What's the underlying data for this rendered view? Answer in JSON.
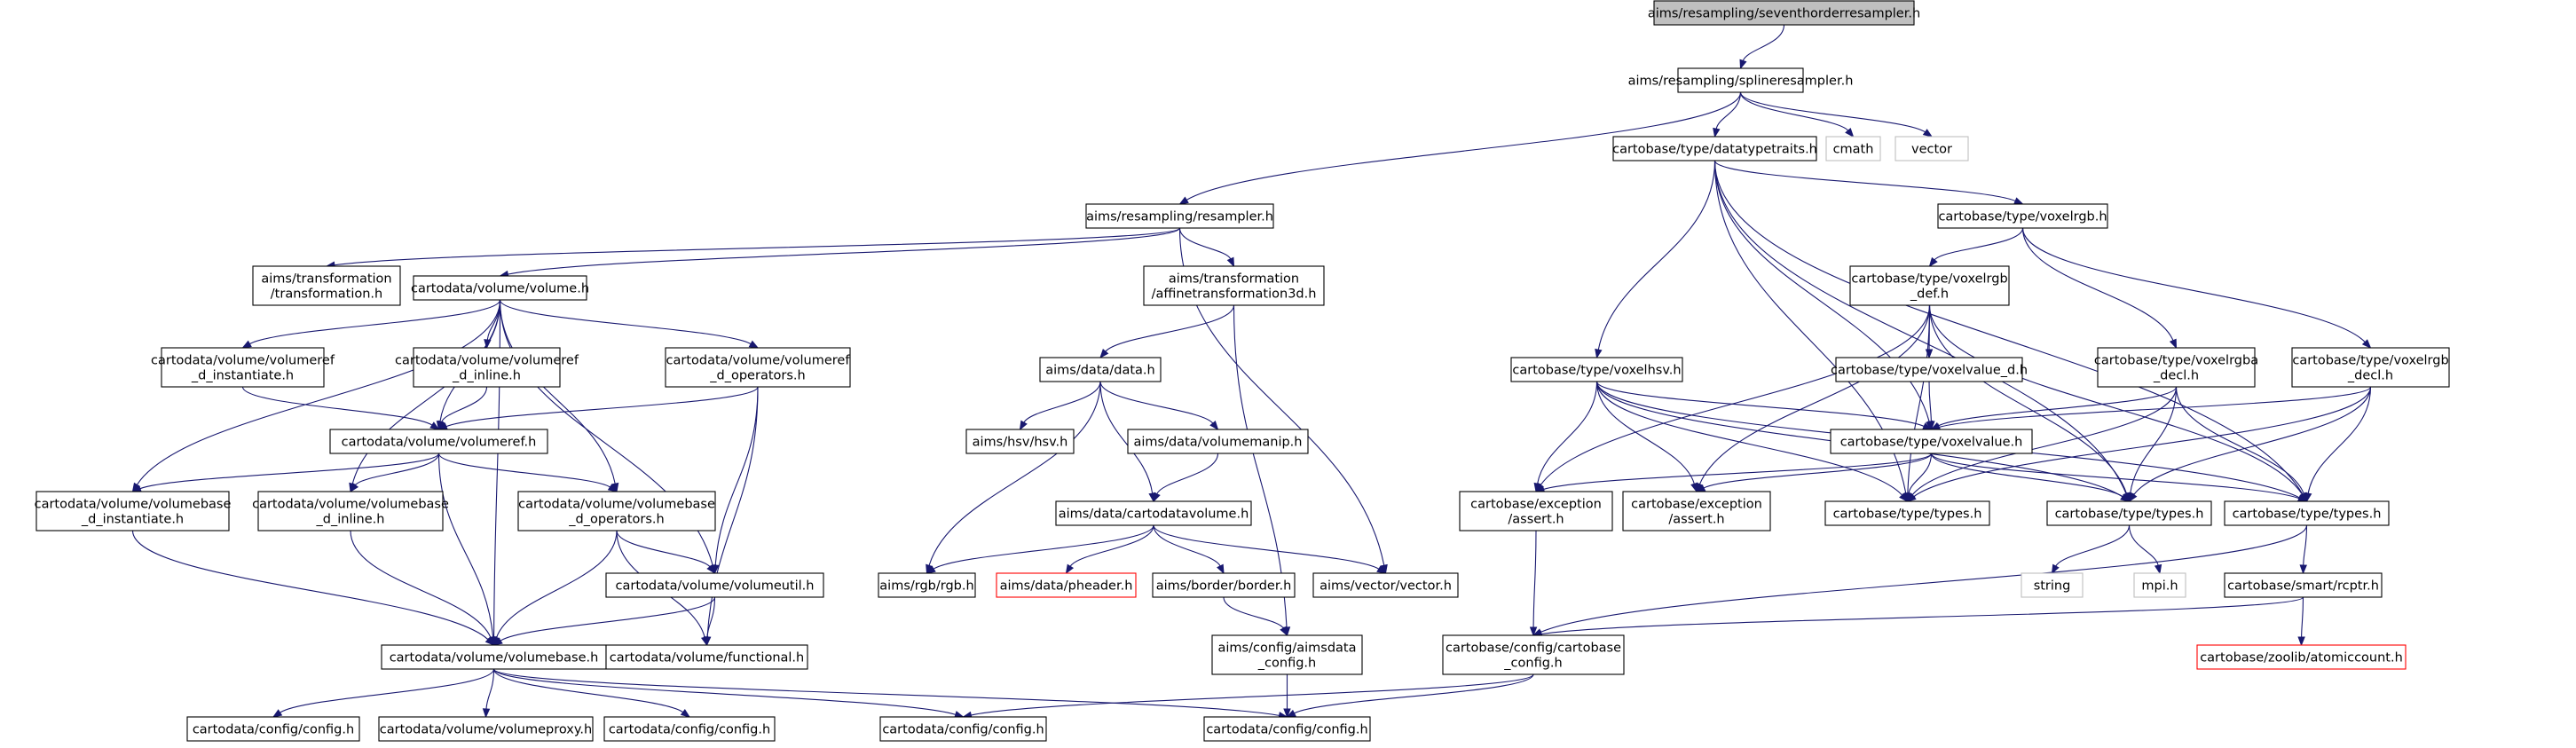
{
  "diagram": {
    "type": "include-dependency-graph",
    "colors": {
      "edge": "#191970",
      "node_border": "#000000",
      "node_fill": "#ffffff",
      "root_fill": "#bfbfbf",
      "missing_border": "#ff0000",
      "external_border": "#bfbfbf"
    },
    "nodes": [
      {
        "id": "root",
        "lines": [
          "aims/resampling/seventhorderresampler.h"
        ],
        "kind": "root"
      },
      {
        "id": "spline",
        "lines": [
          "aims/resampling/splineresampler.h"
        ],
        "kind": "normal"
      },
      {
        "id": "dtt",
        "lines": [
          "cartobase/type/datatypetraits.h"
        ],
        "kind": "normal"
      },
      {
        "id": "cmath",
        "lines": [
          "cmath"
        ],
        "kind": "external"
      },
      {
        "id": "vector",
        "lines": [
          "vector"
        ],
        "kind": "external"
      },
      {
        "id": "resampler",
        "lines": [
          "aims/resampling/resampler.h"
        ],
        "kind": "normal"
      },
      {
        "id": "voxelrgb",
        "lines": [
          "cartobase/type/voxelrgb.h"
        ],
        "kind": "normal"
      },
      {
        "id": "transformation",
        "lines": [
          "aims/transformation",
          "/transformation.h"
        ],
        "kind": "normal"
      },
      {
        "id": "volume",
        "lines": [
          "cartodata/volume/volume.h"
        ],
        "kind": "normal"
      },
      {
        "id": "affine",
        "lines": [
          "aims/transformation",
          "/affinetransformation3d.h"
        ],
        "kind": "normal"
      },
      {
        "id": "voxelrgbdef",
        "lines": [
          "cartobase/type/voxelrgb",
          "_def.h"
        ],
        "kind": "normal"
      },
      {
        "id": "vref_inst",
        "lines": [
          "cartodata/volume/volumeref",
          "_d_instantiate.h"
        ],
        "kind": "normal"
      },
      {
        "id": "vref_inline",
        "lines": [
          "cartodata/volume/volumeref",
          "_d_inline.h"
        ],
        "kind": "normal"
      },
      {
        "id": "vref_ops",
        "lines": [
          "cartodata/volume/volumeref",
          "_d_operators.h"
        ],
        "kind": "normal"
      },
      {
        "id": "datah",
        "lines": [
          "aims/data/data.h"
        ],
        "kind": "normal"
      },
      {
        "id": "voxelhsv",
        "lines": [
          "cartobase/type/voxelhsv.h"
        ],
        "kind": "normal"
      },
      {
        "id": "voxelvalue_d",
        "lines": [
          "cartobase/type/voxelvalue_d.h"
        ],
        "kind": "normal"
      },
      {
        "id": "voxelrgba_decl",
        "lines": [
          "cartobase/type/voxelrgba",
          "_decl.h"
        ],
        "kind": "normal"
      },
      {
        "id": "voxelrgb_decl",
        "lines": [
          "cartobase/type/voxelrgb",
          "_decl.h"
        ],
        "kind": "normal"
      },
      {
        "id": "volumeref",
        "lines": [
          "cartodata/volume/volumeref.h"
        ],
        "kind": "normal"
      },
      {
        "id": "hsv",
        "lines": [
          "aims/hsv/hsv.h"
        ],
        "kind": "normal"
      },
      {
        "id": "volumemanip",
        "lines": [
          "aims/data/volumemanip.h"
        ],
        "kind": "normal"
      },
      {
        "id": "voxelvalue",
        "lines": [
          "cartobase/type/voxelvalue.h"
        ],
        "kind": "normal"
      },
      {
        "id": "vb_inst",
        "lines": [
          "cartodata/volume/volumebase",
          "_d_instantiate.h"
        ],
        "kind": "normal"
      },
      {
        "id": "vb_inline",
        "lines": [
          "cartodata/volume/volumebase",
          "_d_inline.h"
        ],
        "kind": "normal"
      },
      {
        "id": "vb_ops",
        "lines": [
          "cartodata/volume/volumebase",
          "_d_operators.h"
        ],
        "kind": "normal"
      },
      {
        "id": "cartodatavolume",
        "lines": [
          "aims/data/cartodatavolume.h"
        ],
        "kind": "normal"
      },
      {
        "id": "assert1",
        "lines": [
          "cartobase/exception",
          "/assert.h"
        ],
        "kind": "normal"
      },
      {
        "id": "assert2",
        "lines": [
          "cartobase/exception",
          "/assert.h"
        ],
        "kind": "normal"
      },
      {
        "id": "types1",
        "lines": [
          "cartobase/type/types.h"
        ],
        "kind": "normal"
      },
      {
        "id": "types2",
        "lines": [
          "cartobase/type/types.h"
        ],
        "kind": "normal"
      },
      {
        "id": "types3",
        "lines": [
          "cartobase/type/types.h"
        ],
        "kind": "normal"
      },
      {
        "id": "rgb",
        "lines": [
          "aims/rgb/rgb.h"
        ],
        "kind": "normal"
      },
      {
        "id": "pheader",
        "lines": [
          "aims/data/pheader.h"
        ],
        "kind": "missing"
      },
      {
        "id": "border",
        "lines": [
          "aims/border/border.h"
        ],
        "kind": "normal"
      },
      {
        "id": "vecvec",
        "lines": [
          "aims/vector/vector.h"
        ],
        "kind": "normal"
      },
      {
        "id": "volumeutil",
        "lines": [
          "cartodata/volume/volumeutil.h"
        ],
        "kind": "normal"
      },
      {
        "id": "string",
        "lines": [
          "string"
        ],
        "kind": "external"
      },
      {
        "id": "mpi",
        "lines": [
          "mpi.h"
        ],
        "kind": "external"
      },
      {
        "id": "rcptr",
        "lines": [
          "cartobase/smart/rcptr.h"
        ],
        "kind": "normal"
      },
      {
        "id": "volumebase",
        "lines": [
          "cartodata/volume/volumebase.h"
        ],
        "kind": "normal"
      },
      {
        "id": "functional",
        "lines": [
          "cartodata/volume/functional.h"
        ],
        "kind": "normal"
      },
      {
        "id": "aimsdata_config",
        "lines": [
          "aims/config/aimsdata",
          "_config.h"
        ],
        "kind": "normal"
      },
      {
        "id": "cb_config",
        "lines": [
          "cartobase/config/cartobase",
          "_config.h"
        ],
        "kind": "normal"
      },
      {
        "id": "atomiccount",
        "lines": [
          "cartobase/zoolib/atomiccount.h"
        ],
        "kind": "missing"
      },
      {
        "id": "cfg1",
        "lines": [
          "cartodata/config/config.h"
        ],
        "kind": "normal"
      },
      {
        "id": "volumeproxy",
        "lines": [
          "cartodata/volume/volumeproxy.h"
        ],
        "kind": "normal"
      },
      {
        "id": "cfg2",
        "lines": [
          "cartodata/config/config.h"
        ],
        "kind": "normal"
      },
      {
        "id": "cfg3",
        "lines": [
          "cartodata/config/config.h"
        ],
        "kind": "normal"
      },
      {
        "id": "cfg4",
        "lines": [
          "cartodata/config/config.h"
        ],
        "kind": "normal"
      }
    ],
    "edges": [
      [
        "root",
        "spline"
      ],
      [
        "spline",
        "dtt"
      ],
      [
        "spline",
        "cmath"
      ],
      [
        "spline",
        "vector"
      ],
      [
        "spline",
        "resampler"
      ],
      [
        "resampler",
        "transformation"
      ],
      [
        "resampler",
        "volume"
      ],
      [
        "resampler",
        "affine"
      ],
      [
        "resampler",
        "vecvec"
      ],
      [
        "dtt",
        "voxelrgb"
      ],
      [
        "dtt",
        "voxelhsv"
      ],
      [
        "dtt",
        "voxelvalue"
      ],
      [
        "dtt",
        "types1"
      ],
      [
        "dtt",
        "types2"
      ],
      [
        "dtt",
        "types3"
      ],
      [
        "voxelrgb",
        "voxelrgbdef"
      ],
      [
        "voxelrgb",
        "voxelrgba_decl"
      ],
      [
        "voxelrgb",
        "voxelrgb_decl"
      ],
      [
        "voxelrgbdef",
        "voxelvalue_d"
      ],
      [
        "voxelrgbdef",
        "assert1"
      ],
      [
        "voxelrgbdef",
        "assert2"
      ],
      [
        "voxelrgbdef",
        "types1"
      ],
      [
        "voxelrgbdef",
        "types2"
      ],
      [
        "voxelrgbdef",
        "types3"
      ],
      [
        "voxelhsv",
        "voxelvalue"
      ],
      [
        "voxelhsv",
        "assert1"
      ],
      [
        "voxelhsv",
        "assert2"
      ],
      [
        "voxelhsv",
        "types1"
      ],
      [
        "voxelhsv",
        "types2"
      ],
      [
        "voxelhsv",
        "types3"
      ],
      [
        "voxelvalue_d",
        "voxelvalue"
      ],
      [
        "voxelrgba_decl",
        "voxelvalue"
      ],
      [
        "voxelrgba_decl",
        "types1"
      ],
      [
        "voxelrgba_decl",
        "types2"
      ],
      [
        "voxelrgba_decl",
        "types3"
      ],
      [
        "voxelrgb_decl",
        "voxelvalue"
      ],
      [
        "voxelrgb_decl",
        "types1"
      ],
      [
        "voxelrgb_decl",
        "types2"
      ],
      [
        "voxelrgb_decl",
        "types3"
      ],
      [
        "voxelvalue",
        "assert1"
      ],
      [
        "voxelvalue",
        "assert2"
      ],
      [
        "voxelvalue",
        "types1"
      ],
      [
        "voxelvalue",
        "types2"
      ],
      [
        "voxelvalue",
        "types3"
      ],
      [
        "types2",
        "string"
      ],
      [
        "types2",
        "mpi"
      ],
      [
        "types3",
        "rcptr"
      ],
      [
        "types3",
        "cb_config"
      ],
      [
        "rcptr",
        "cb_config"
      ],
      [
        "rcptr",
        "atomiccount"
      ],
      [
        "assert1",
        "cb_config"
      ],
      [
        "cb_config",
        "cfg3"
      ],
      [
        "cb_config",
        "cfg4"
      ],
      [
        "volume",
        "vref_inst"
      ],
      [
        "volume",
        "vref_inline"
      ],
      [
        "volume",
        "vref_ops"
      ],
      [
        "volume",
        "volumeref"
      ],
      [
        "volume",
        "vb_inst"
      ],
      [
        "volume",
        "vb_inline"
      ],
      [
        "volume",
        "vb_ops"
      ],
      [
        "volume",
        "volumeutil"
      ],
      [
        "volume",
        "volumebase"
      ],
      [
        "vref_inst",
        "volumeref"
      ],
      [
        "vref_inline",
        "volumeref"
      ],
      [
        "vref_ops",
        "volumeref"
      ],
      [
        "vref_ops",
        "volumeutil"
      ],
      [
        "vref_ops",
        "functional"
      ],
      [
        "volumeref",
        "vb_inst"
      ],
      [
        "volumeref",
        "vb_inline"
      ],
      [
        "volumeref",
        "vb_ops"
      ],
      [
        "volumeref",
        "volumebase"
      ],
      [
        "vb_inst",
        "volumebase"
      ],
      [
        "vb_inline",
        "volumebase"
      ],
      [
        "vb_ops",
        "volumeutil"
      ],
      [
        "vb_ops",
        "functional"
      ],
      [
        "vb_ops",
        "volumebase"
      ],
      [
        "volumeutil",
        "volumebase"
      ],
      [
        "volumeutil",
        "functional"
      ],
      [
        "volumebase",
        "cfg1"
      ],
      [
        "volumebase",
        "volumeproxy"
      ],
      [
        "volumebase",
        "cfg2"
      ],
      [
        "volumebase",
        "cfg3"
      ],
      [
        "volumebase",
        "cfg4"
      ],
      [
        "affine",
        "datah"
      ],
      [
        "affine",
        "aimsdata_config"
      ],
      [
        "datah",
        "hsv"
      ],
      [
        "datah",
        "volumemanip"
      ],
      [
        "datah",
        "cartodatavolume"
      ],
      [
        "datah",
        "rgb"
      ],
      [
        "volumemanip",
        "cartodatavolume"
      ],
      [
        "cartodatavolume",
        "rgb"
      ],
      [
        "cartodatavolume",
        "pheader"
      ],
      [
        "cartodatavolume",
        "border"
      ],
      [
        "cartodatavolume",
        "vecvec"
      ],
      [
        "border",
        "aimsdata_config"
      ],
      [
        "aimsdata_config",
        "cfg4"
      ]
    ]
  }
}
